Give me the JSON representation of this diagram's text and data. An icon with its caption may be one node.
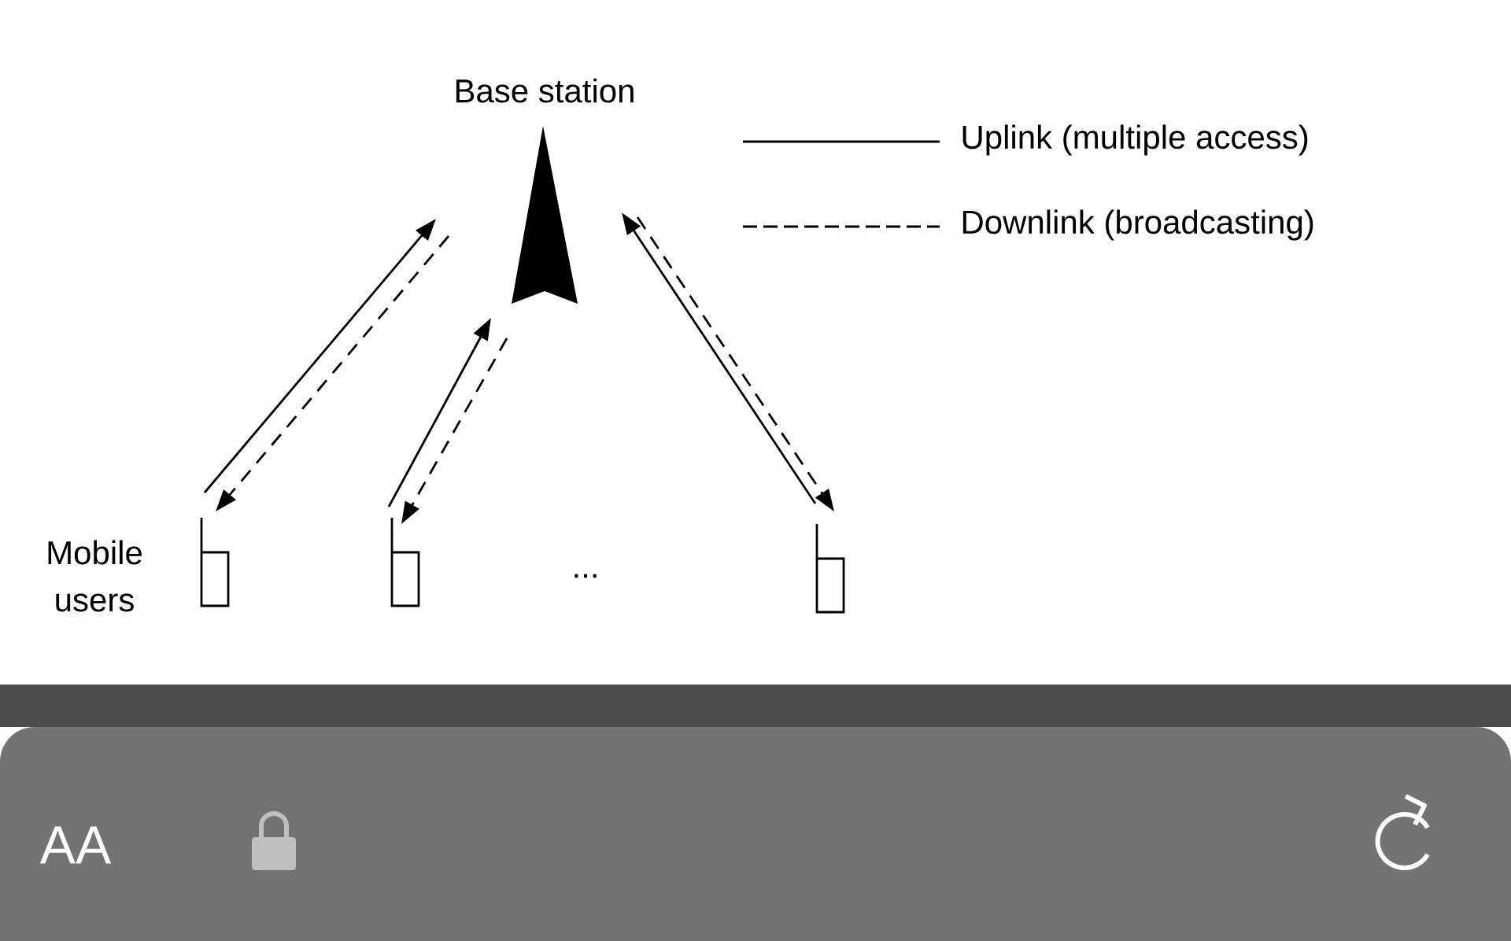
{
  "diagram": {
    "nodes": [
      {
        "text": [
          "Base station"
        ]
      },
      {
        "text": [],
        "shape": "phone",
        "beside": [
          "Mobile users"
        ]
      },
      {
        "text": [],
        "shape": "phone"
      },
      {
        "text": [],
        "shape": "phone"
      }
    ],
    "edges": [
      {
        "from": 1,
        "to": 0,
        "arrow": "to"
      },
      {
        "from": 0,
        "to": 1,
        "arrow": "to",
        "style": "dashed"
      },
      {
        "from": 2,
        "to": 0,
        "arrow": "to"
      },
      {
        "from": 0,
        "to": 2,
        "arrow": "to",
        "style": "dashed"
      },
      {
        "from": 3,
        "to": 0,
        "arrow": "to"
      },
      {
        "from": 0,
        "to": 3,
        "arrow": "to",
        "style": "dashed"
      }
    ],
    "labels": [
      "...",
      "AA"
    ],
    "legend": [
      {
        "text": "Uplink (multiple access)"
      },
      {
        "text": "Downlink (broadcasting)"
      }
    ]
  }
}
